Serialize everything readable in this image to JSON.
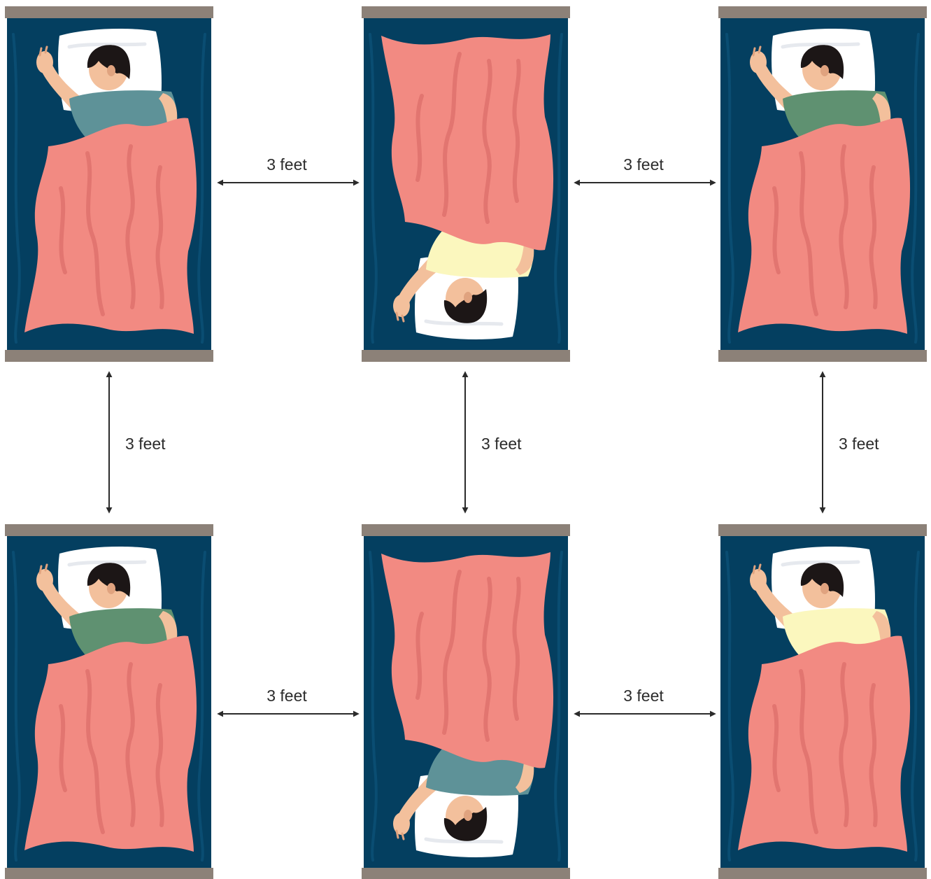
{
  "colors": {
    "mattress": "#043f60",
    "mattress_fold": "#0a4d72",
    "frame": "#8c8178",
    "blanket": "#f28a82",
    "blanket_fold": "#dd6f6a",
    "pillow": "#ffffff",
    "pillow_shade": "#e6e9ee",
    "skin": "#f3c09c",
    "skin_shade": "#e0a37f",
    "hair": "#1c1616",
    "arrow": "#2b2b2b"
  },
  "beds": [
    {
      "id": "top-left",
      "orientation": "head-top",
      "shirt_color": "#5e9298"
    },
    {
      "id": "top-middle",
      "orientation": "head-bottom",
      "shirt_color": "#fbf7be"
    },
    {
      "id": "top-right",
      "orientation": "head-top",
      "shirt_color": "#5f9171"
    },
    {
      "id": "bottom-left",
      "orientation": "head-top",
      "shirt_color": "#5f9171"
    },
    {
      "id": "bottom-middle",
      "orientation": "head-bottom",
      "shirt_color": "#5e9298"
    },
    {
      "id": "bottom-right",
      "orientation": "head-top",
      "shirt_color": "#fbf7be"
    }
  ],
  "distances": {
    "top_left_middle": "3 feet",
    "top_middle_right": "3 feet",
    "left_column": "3 feet",
    "middle_column": "3 feet",
    "right_column": "3 feet",
    "bottom_left_middle": "3 feet",
    "bottom_middle_right": "3 feet"
  }
}
